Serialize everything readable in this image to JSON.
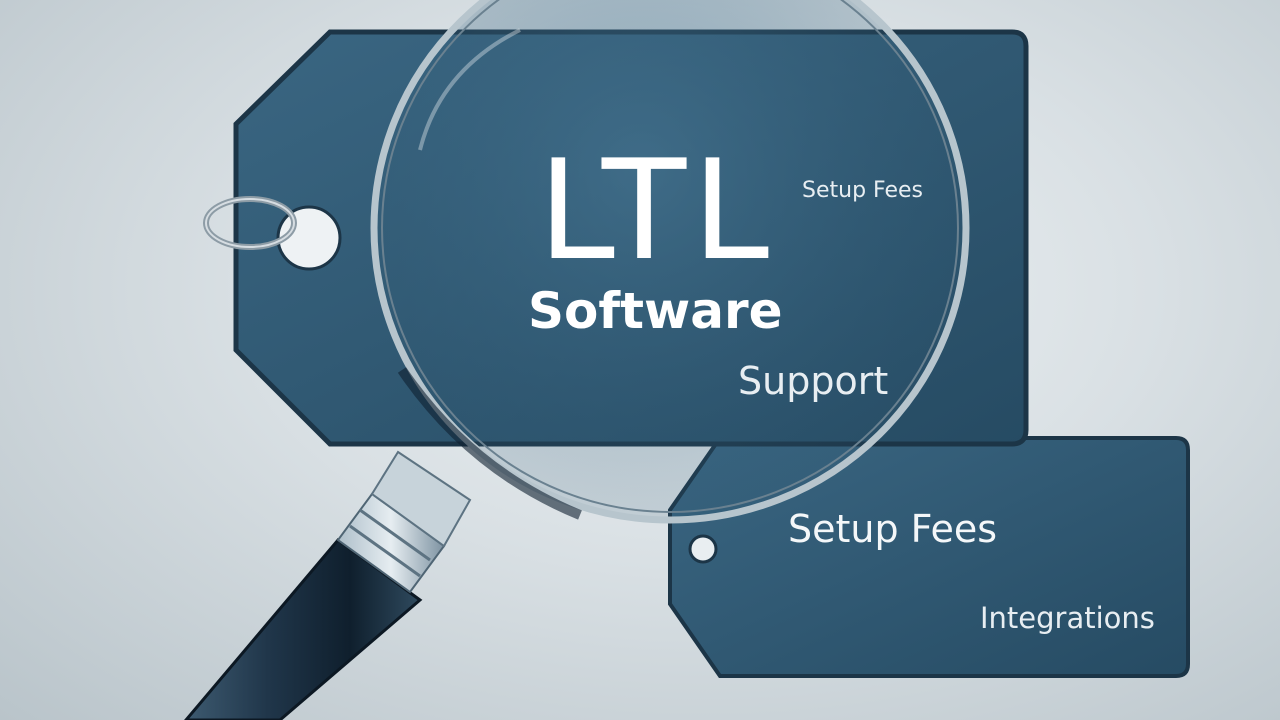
{
  "image": {
    "description_colors": {
      "background": "#d9e0e4",
      "tag_fill": "#305a74",
      "tag_border": "#1e3a4d",
      "text": "#ffffff"
    }
  },
  "large_tag": {
    "title": "LTL",
    "subtitle": "Software",
    "line_support": "Support",
    "line_setup_fees": "Setup Fees"
  },
  "small_tag": {
    "line_setup_fees": "Setup Fees",
    "line_integrations": "Integrations"
  },
  "icons": [
    "magnifying-glass-icon",
    "key-ring-icon"
  ]
}
